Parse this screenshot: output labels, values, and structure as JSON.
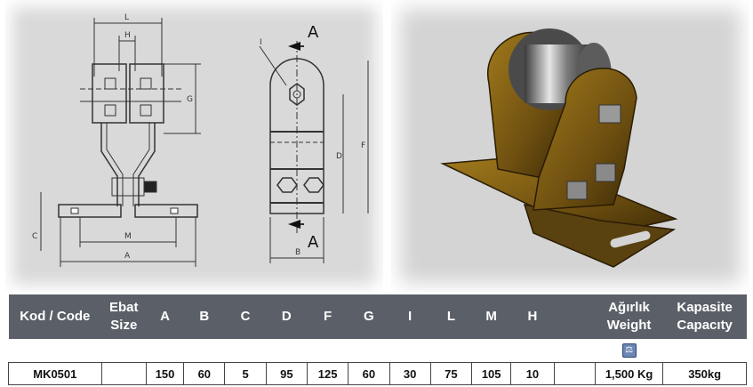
{
  "drawing": {
    "dim_L": "L",
    "dim_H": "H",
    "dim_G": "G",
    "dim_C": "C",
    "dim_M": "M",
    "dim_A": "A",
    "dim_I": "I",
    "dim_D": "D",
    "dim_F": "F",
    "dim_B": "B",
    "section_top": "A",
    "section_bottom": "A"
  },
  "table": {
    "headers": {
      "code": "Kod / Code",
      "size_line1": "Ebat",
      "size_line2": "Size",
      "A": "A",
      "B": "B",
      "C": "C",
      "D": "D",
      "F": "F",
      "G": "G",
      "I": "I",
      "L": "L",
      "M": "M",
      "H": "H",
      "weight_line1": "Ağırlık",
      "weight_line2": "Weight",
      "capacity_line1": "Kapasite",
      "capacity_line2": "Capacıty"
    },
    "row": {
      "code": "MK0501",
      "size": "",
      "A": "150",
      "B": "60",
      "C": "5",
      "D": "95",
      "F": "125",
      "G": "60",
      "I": "30",
      "L": "75",
      "M": "105",
      "H": "10",
      "weight": "1,500 Kg",
      "capacity": "350kg"
    },
    "colors": {
      "header_bg": "#5b6068",
      "header_text": "#ffffff",
      "bronze": "#7a5a12"
    }
  }
}
